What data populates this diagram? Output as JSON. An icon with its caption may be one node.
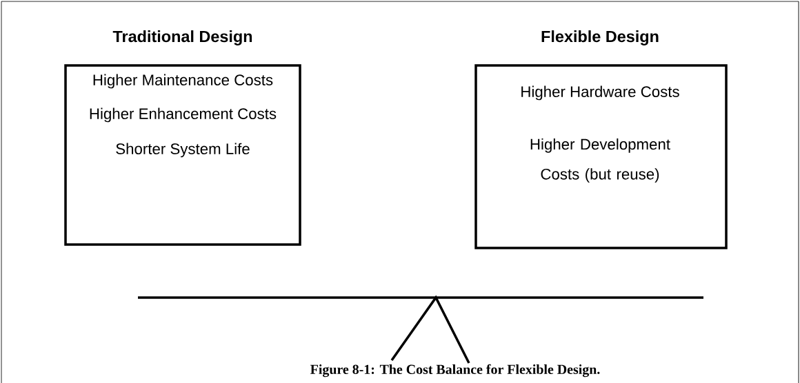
{
  "diagram": {
    "caption": "Figure 8-1: The Cost Balance for Flexible Design.",
    "nodes": [
      {
        "text": [
          "Traditional Design",
          "Higher Maintenance Costs",
          "Higher Enhancement Costs",
          "Shorter System Life"
        ]
      },
      {
        "text": [
          "Flexible Design",
          "Higher Hardware Costs",
          "Higher Development Costs (but reuse)"
        ]
      }
    ]
  }
}
